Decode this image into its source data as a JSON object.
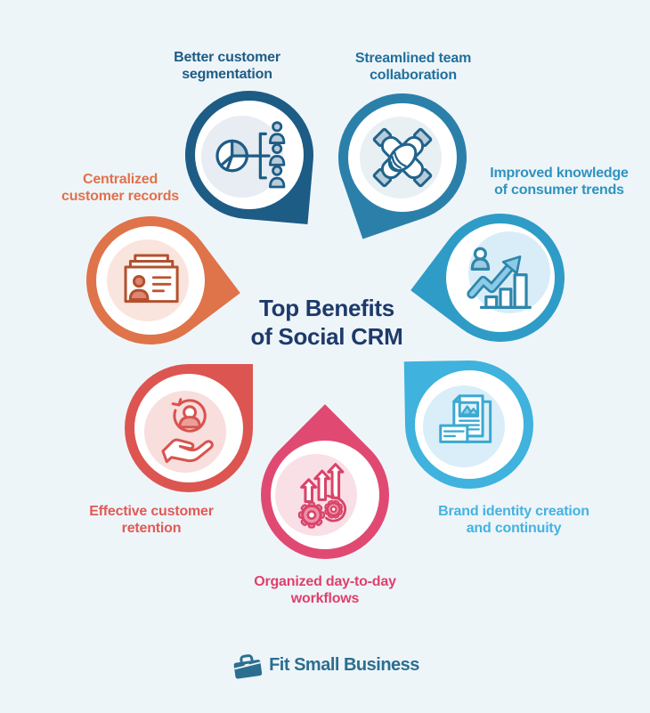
{
  "background": "#eef5f9",
  "title": {
    "lines": [
      "Top Benefits",
      "of Social CRM"
    ],
    "color": "#1e3a6a"
  },
  "nodes": [
    {
      "label_lines": [
        "Better customer",
        "segmentation"
      ],
      "color": "#1d5c85",
      "tint": "#e7edf2",
      "label_color": "#1d5c85",
      "icon": "pie-chart-audience-icon"
    },
    {
      "label_lines": [
        "Streamlined team",
        "collaboration"
      ],
      "color": "#2b80aa",
      "tint": "#e9f0f4",
      "label_color": "#20709c",
      "icon": "team-hands-icon"
    },
    {
      "label_lines": [
        "Improved knowledge",
        "of consumer trends"
      ],
      "color": "#2e9cc6",
      "tint": "#d8edf7",
      "label_color": "#2e93c0",
      "icon": "growth-chart-icon"
    },
    {
      "label_lines": [
        "Brand identity creation",
        "and continuity"
      ],
      "color": "#3fb2de",
      "tint": "#d9eef8",
      "label_color": "#45b2e2",
      "icon": "brand-documents-icon"
    },
    {
      "label_lines": [
        "Organized day-to-day",
        "workflows"
      ],
      "color": "#e04a72",
      "tint": "#f9dfe6",
      "label_color": "#e0406c",
      "icon": "gears-arrows-icon"
    },
    {
      "label_lines": [
        "Effective customer",
        "retention"
      ],
      "color": "#dc5551",
      "tint": "#f8dedd",
      "label_color": "#e05a55",
      "icon": "retention-hand-icon"
    },
    {
      "label_lines": [
        "Centralized",
        "customer records"
      ],
      "color": "#df7349",
      "tint": "#fae4de",
      "label_color": "#e1714a",
      "icon": "customer-records-icon"
    }
  ],
  "footer": {
    "brand": "Fit Small Business",
    "color": "#2c6e90"
  }
}
